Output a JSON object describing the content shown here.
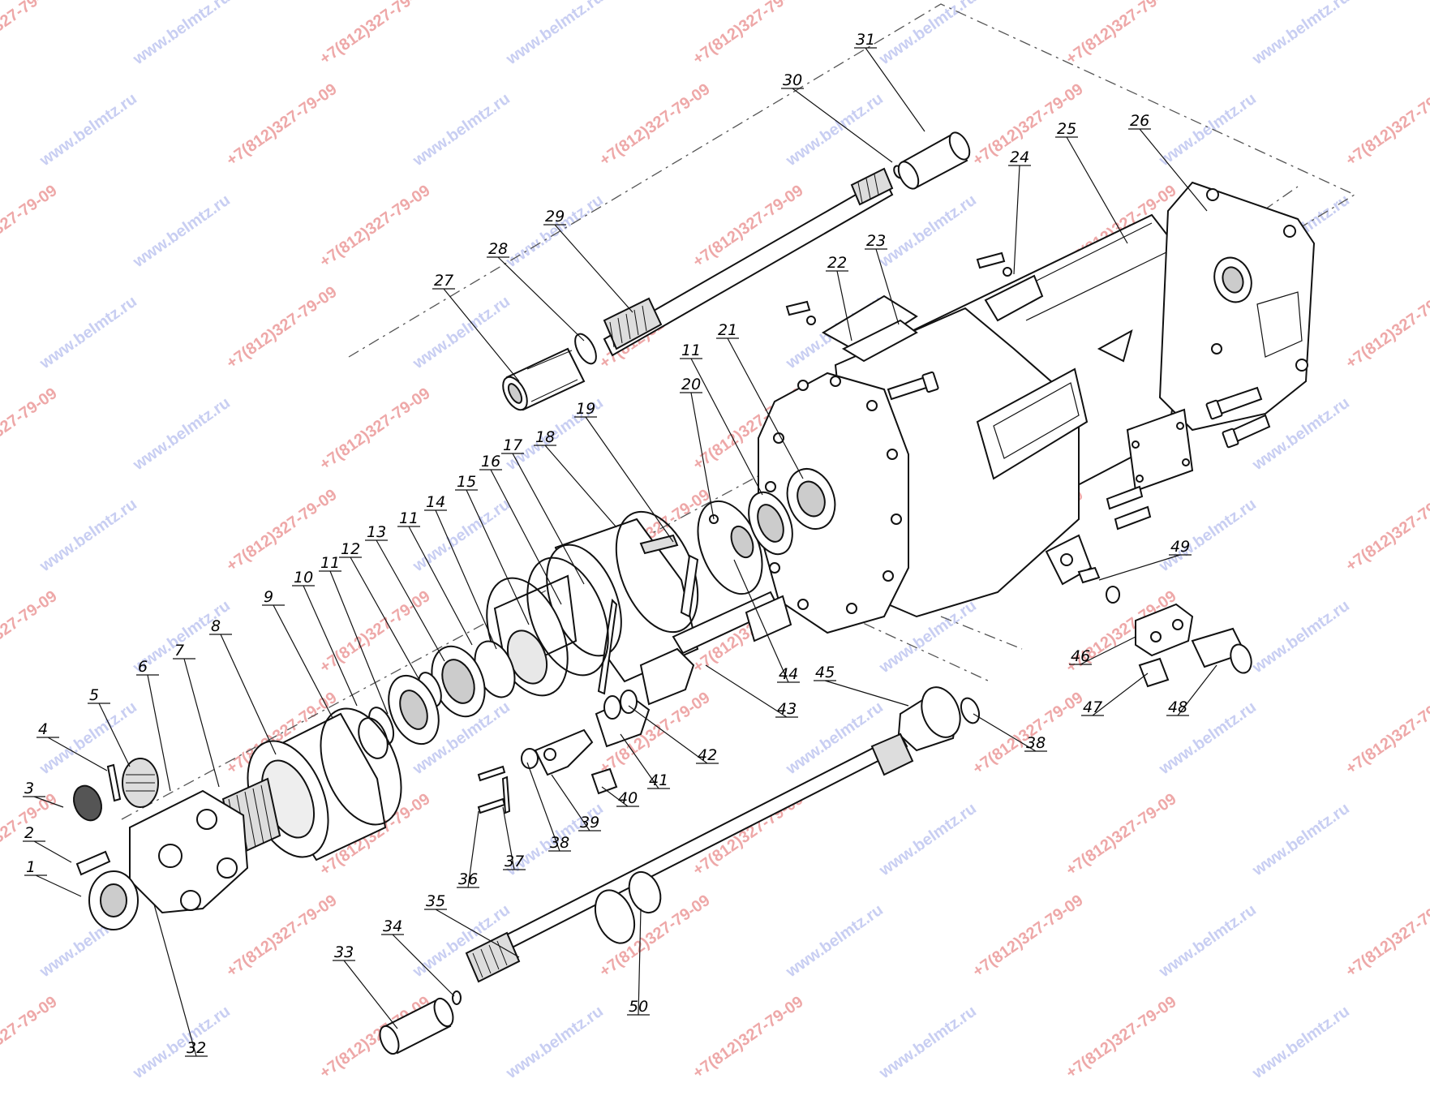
{
  "watermarks": {
    "phone": "+7(812)327-79-09",
    "site": "www.belmtz.ru",
    "phone_color": "#e06060",
    "site_color": "#9aa6e8"
  },
  "callouts": [
    {
      "id": "1",
      "label": "1"
    },
    {
      "id": "2",
      "label": "2"
    },
    {
      "id": "3",
      "label": "3"
    },
    {
      "id": "4",
      "label": "4"
    },
    {
      "id": "5",
      "label": "5"
    },
    {
      "id": "6",
      "label": "6"
    },
    {
      "id": "7",
      "label": "7"
    },
    {
      "id": "8",
      "label": "8"
    },
    {
      "id": "9",
      "label": "9"
    },
    {
      "id": "10",
      "label": "10"
    },
    {
      "id": "11a",
      "label": "11"
    },
    {
      "id": "12",
      "label": "12"
    },
    {
      "id": "13",
      "label": "13"
    },
    {
      "id": "11b",
      "label": "11"
    },
    {
      "id": "14",
      "label": "14"
    },
    {
      "id": "15",
      "label": "15"
    },
    {
      "id": "16",
      "label": "16"
    },
    {
      "id": "17",
      "label": "17"
    },
    {
      "id": "18",
      "label": "18"
    },
    {
      "id": "19",
      "label": "19"
    },
    {
      "id": "20",
      "label": "20"
    },
    {
      "id": "11c",
      "label": "11"
    },
    {
      "id": "21",
      "label": "21"
    },
    {
      "id": "22",
      "label": "22"
    },
    {
      "id": "23",
      "label": "23"
    },
    {
      "id": "24",
      "label": "24"
    },
    {
      "id": "25",
      "label": "25"
    },
    {
      "id": "26",
      "label": "26"
    },
    {
      "id": "27",
      "label": "27"
    },
    {
      "id": "28",
      "label": "28"
    },
    {
      "id": "29",
      "label": "29"
    },
    {
      "id": "30",
      "label": "30"
    },
    {
      "id": "31",
      "label": "31"
    },
    {
      "id": "32",
      "label": "32"
    },
    {
      "id": "33",
      "label": "33"
    },
    {
      "id": "34",
      "label": "34"
    },
    {
      "id": "35",
      "label": "35"
    },
    {
      "id": "36",
      "label": "36"
    },
    {
      "id": "37",
      "label": "37"
    },
    {
      "id": "38a",
      "label": "38"
    },
    {
      "id": "39",
      "label": "39"
    },
    {
      "id": "40",
      "label": "40"
    },
    {
      "id": "41",
      "label": "41"
    },
    {
      "id": "42",
      "label": "42"
    },
    {
      "id": "43",
      "label": "43"
    },
    {
      "id": "44",
      "label": "44"
    },
    {
      "id": "45",
      "label": "45"
    },
    {
      "id": "38b",
      "label": "38"
    },
    {
      "id": "46",
      "label": "46"
    },
    {
      "id": "47",
      "label": "47"
    },
    {
      "id": "48",
      "label": "48"
    },
    {
      "id": "49",
      "label": "49"
    },
    {
      "id": "50",
      "label": "50"
    }
  ]
}
